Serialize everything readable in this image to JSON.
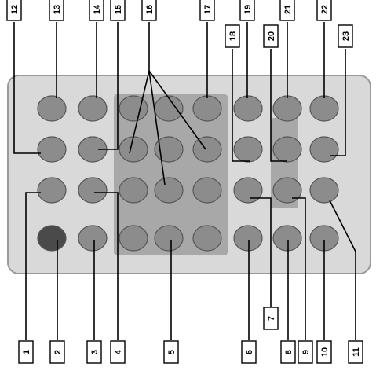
{
  "figure": {
    "subject": "remote-control",
    "callouts": [
      {
        "num": "1"
      },
      {
        "num": "2"
      },
      {
        "num": "3"
      },
      {
        "num": "4"
      },
      {
        "num": "5"
      },
      {
        "num": "6"
      },
      {
        "num": "7"
      },
      {
        "num": "8"
      },
      {
        "num": "9"
      },
      {
        "num": "10"
      },
      {
        "num": "11"
      },
      {
        "num": "12"
      },
      {
        "num": "13"
      },
      {
        "num": "14"
      },
      {
        "num": "15"
      },
      {
        "num": "16"
      },
      {
        "num": "17"
      },
      {
        "num": "18"
      },
      {
        "num": "19"
      },
      {
        "num": "20"
      },
      {
        "num": "21"
      },
      {
        "num": "22"
      },
      {
        "num": "23"
      }
    ]
  },
  "colors": {
    "body": "#d9d9d9",
    "body_edge": "#9a9a9a",
    "button": "#8c8c8c",
    "button_dark": "#4a4a4a",
    "dpad_panel": "#a8a8a8",
    "line": "#000000",
    "label_bg": "#ffffff"
  }
}
